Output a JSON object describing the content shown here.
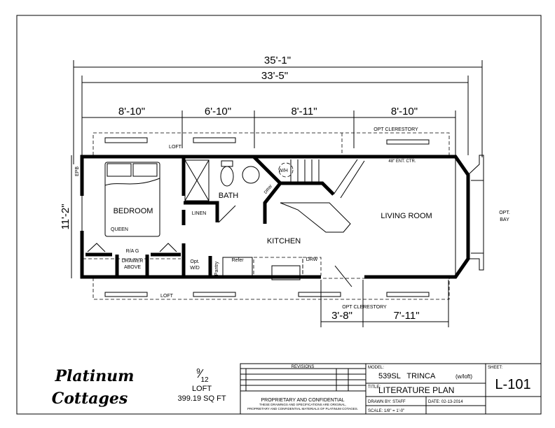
{
  "dimensions": {
    "overall": "35'-1\"",
    "body": "33'-5\"",
    "segments": [
      "8'-10\"",
      "6'-10\"",
      "8'-11\"",
      "8'-10\""
    ],
    "width": "11'-2\"",
    "bottom": [
      "3'-8\"",
      "7'-11\""
    ]
  },
  "labels": {
    "opt_clerestory_top": "OPT CLERESTORY",
    "loft_top": "LOFT",
    "loft_bottom": "LOFT",
    "opt_clerestory_bottom": "OPT CLERESTORY",
    "epb": "EPB",
    "entry_center": "48\" ENT. CTR.",
    "opt_bay": [
      "OPT.",
      "BAY"
    ]
  },
  "rooms": {
    "bedroom": "BEDROOM",
    "queen": "QUEEN",
    "bath": "BATH",
    "linen": "LINEN",
    "wh": "W/H",
    "drw_bath": "DRW",
    "kitchen": "KITCHEN",
    "living_room": "LIVING ROOM",
    "rag": "R/A G",
    "drawer_above": [
      "DRAWER",
      "ABOVE"
    ],
    "opt_wd": [
      "Opt.",
      "W/D"
    ],
    "pantry": "Pantry",
    "refer": "Refer",
    "drw_kitchen": "DRW"
  },
  "logo": [
    "Platinum",
    "Cottages"
  ],
  "info": {
    "pitch_top": "9",
    "pitch_bottom": "12",
    "loft": "LOFT",
    "area": "399.19 SQ FT"
  },
  "title_block": {
    "revisions": "REVISIONS",
    "proprietary_title": "PROPRIETARY AND CONFIDENTIAL",
    "proprietary_line1": "THESE DRAWINGS AND SPECIFICATIONS ARE ORIGINAL,",
    "proprietary_line2": "PROPRIETARY AND CONFIDENTIAL MATERIALS OF PLATINUM COTAGES.",
    "model_label": "MODEL:",
    "model_value": "539SL   TRINCA",
    "model_suffix": "(w/loft)",
    "title_label": "TITLE:",
    "title_value": "LITERATURE PLAN",
    "sheet_label": "SHEET:",
    "sheet_value": "L-101",
    "drawn_by": "DRAWN BY:  STAFF",
    "date": "DATE: 02-13-2014",
    "scale": "SCALE: 1/8\" = 1'-0\""
  }
}
